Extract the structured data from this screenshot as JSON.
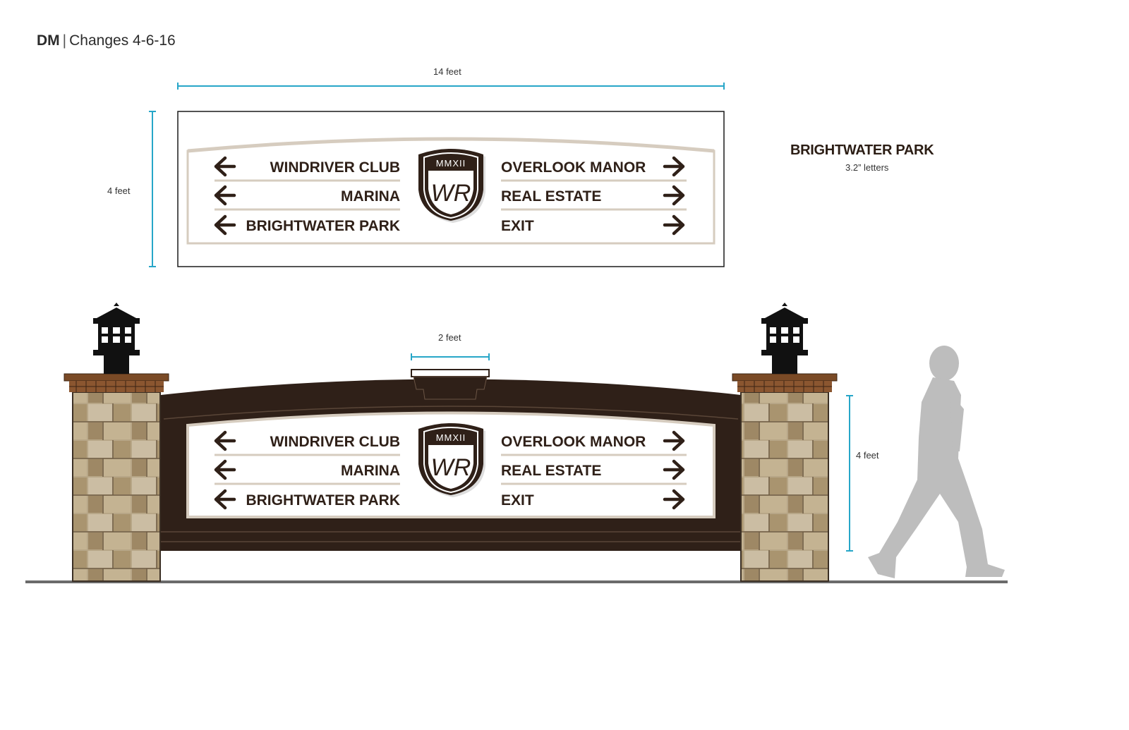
{
  "header": {
    "code": "DM",
    "separator": "|",
    "title": "Changes 4-6-16"
  },
  "dimensions": {
    "width_top": "14 feet",
    "height_top": "4 feet",
    "cap_width": "2 feet",
    "height_bottom": "4 feet"
  },
  "note": {
    "title": "BRIGHTWATER PARK",
    "subtitle": "3.2” letters"
  },
  "sign": {
    "emblem_year": "MMXII",
    "emblem_monogram": "WR",
    "left_destinations": [
      "WINDRIVER CLUB",
      "MARINA",
      "BRIGHTWATER PARK"
    ],
    "right_destinations": [
      "OVERLOOK MANOR",
      "REAL ESTATE",
      "EXIT"
    ]
  },
  "colors": {
    "brown": "#2f2018",
    "beige": "#d6ccbf",
    "dimension_line": "#27a6c8",
    "stone": "#b8a789",
    "person": "#bdbdbd",
    "ground": "#6b6b6b"
  },
  "icons": {
    "left_arrow": "arrow-left-icon",
    "right_arrow": "arrow-right-icon",
    "lamp": "lantern-icon",
    "person": "walking-person-icon"
  }
}
